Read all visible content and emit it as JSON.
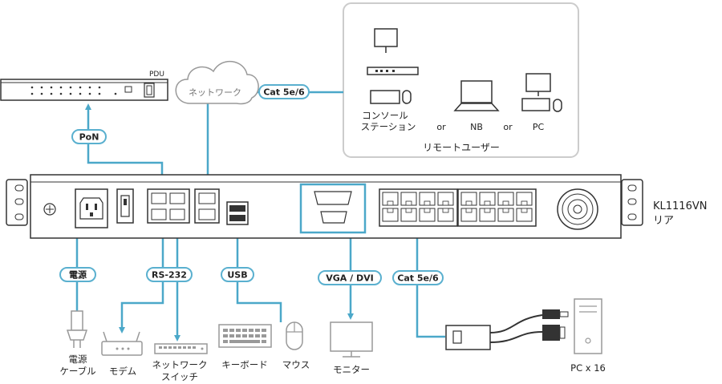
{
  "colors": {
    "connector": "#4ba8c9",
    "pill_border": "#5ab0cf",
    "device_stroke": "#333333",
    "gray_device": "#999999",
    "remote_box": "#cccccc"
  },
  "labels": {
    "pdu": "PDU",
    "pon": "PoN",
    "network": "ネットワーク",
    "cat_top": "Cat 5e/6",
    "console_1": "コンソール",
    "console_2": "ステーション",
    "or_1": "or",
    "nb": "NB",
    "or_2": "or",
    "pc": "PC",
    "remote_users": "リモートユーザー",
    "model_1": "KL1116VN",
    "model_2": "リア",
    "power": "電源",
    "rs232": "RS-232",
    "usb": "USB",
    "vga_dvi": "VGA / DVI",
    "cat_bottom": "Cat 5e/6",
    "power_cable_1": "電源",
    "power_cable_2": "ケーブル",
    "modem": "モデム",
    "net_switch_1": "ネットワーク",
    "net_switch_2": "スイッチ",
    "keyboard": "キーボード",
    "mouse": "マウス",
    "monitor": "モニター",
    "pc_x16": "PC x 16"
  }
}
